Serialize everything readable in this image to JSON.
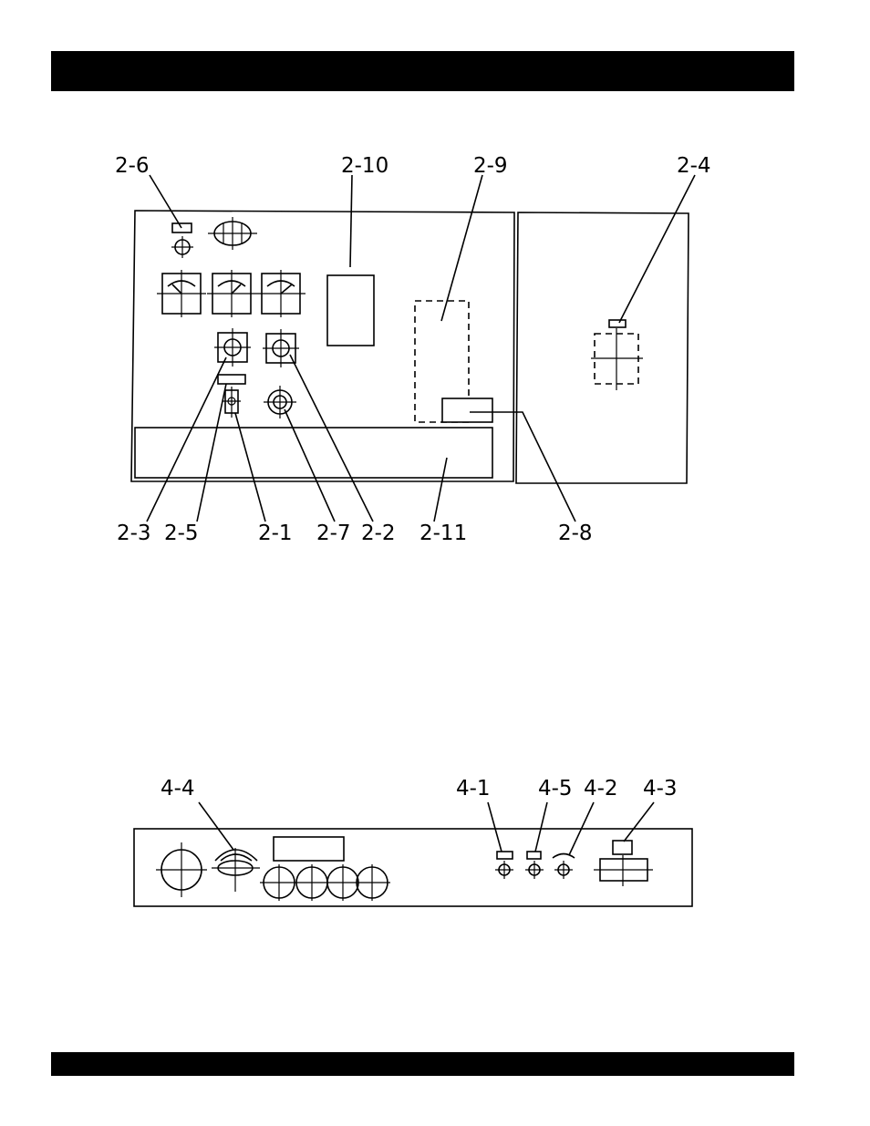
{
  "upper_panel": {
    "callouts_top": [
      "2-6",
      "2-10",
      "2-9",
      "2-4"
    ],
    "callouts_bottom": [
      "2-3",
      "2-5",
      "2-1",
      "2-7",
      "2-2",
      "2-11",
      "2-8"
    ]
  },
  "lower_panel": {
    "callouts": [
      "4-4",
      "4-1",
      "4-5",
      "4-2",
      "4-3"
    ]
  }
}
